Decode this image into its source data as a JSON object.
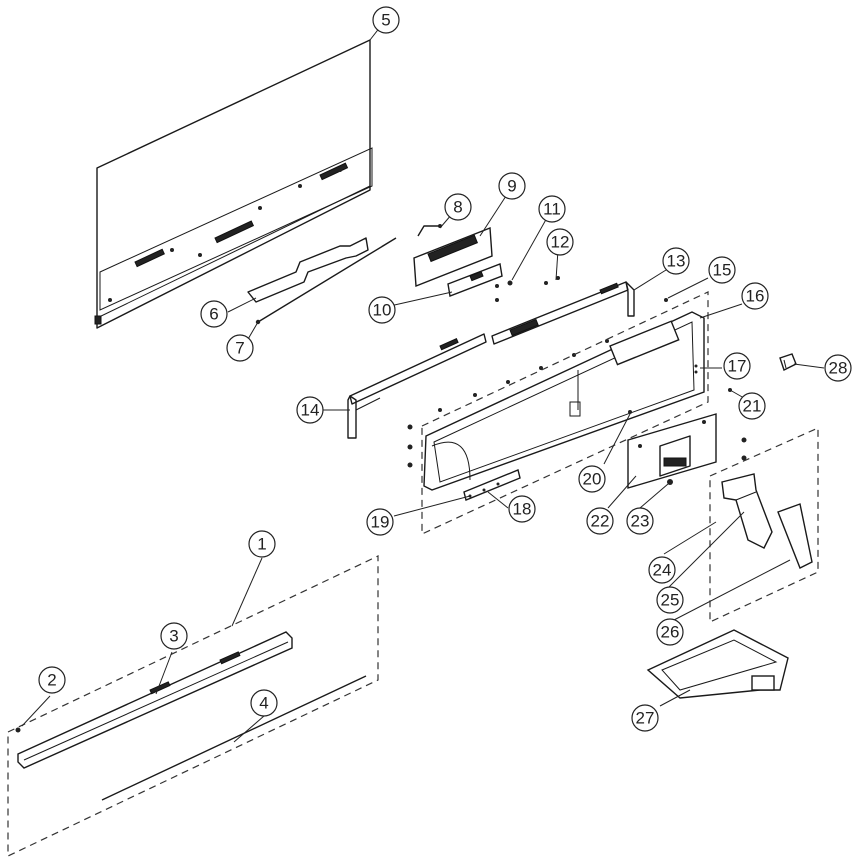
{
  "callouts": [
    {
      "label": "1"
    },
    {
      "label": "2"
    },
    {
      "label": "3"
    },
    {
      "label": "4"
    },
    {
      "label": "5"
    },
    {
      "label": "6"
    },
    {
      "label": "7"
    },
    {
      "label": "8"
    },
    {
      "label": "9"
    },
    {
      "label": "10"
    },
    {
      "label": "11"
    },
    {
      "label": "12"
    },
    {
      "label": "13"
    },
    {
      "label": "14"
    },
    {
      "label": "15"
    },
    {
      "label": "16"
    },
    {
      "label": "17"
    },
    {
      "label": "18"
    },
    {
      "label": "19"
    },
    {
      "label": "20"
    },
    {
      "label": "21"
    },
    {
      "label": "22"
    },
    {
      "label": "23"
    },
    {
      "label": "24"
    },
    {
      "label": "25"
    },
    {
      "label": "26"
    },
    {
      "label": "27"
    },
    {
      "label": "28"
    }
  ]
}
